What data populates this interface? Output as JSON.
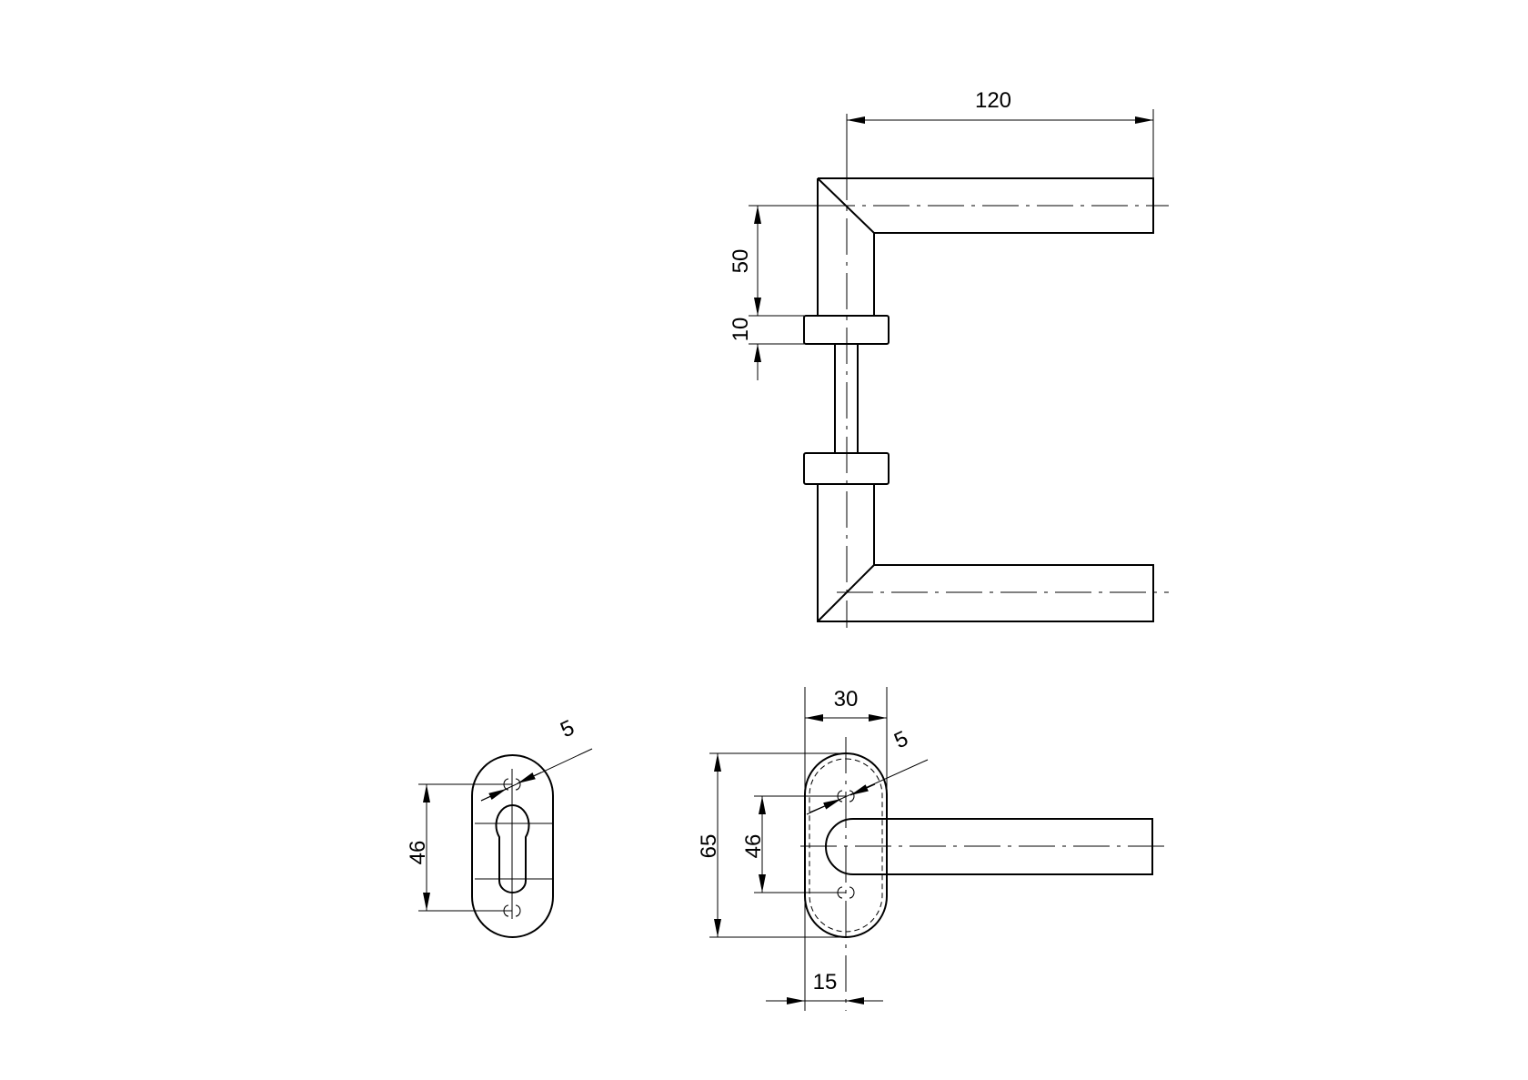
{
  "dimensions": {
    "handle_length": "120",
    "handle_height": "50",
    "rose_thickness": "10",
    "key_rosette_hole_spacing": "46",
    "key_rosette_hole_dia": "5",
    "rosette_width": "30",
    "rosette_height": "65",
    "handle_rosette_hole_spacing": "46",
    "handle_rosette_hole_dia": "5",
    "rosette_half_width": "15"
  }
}
